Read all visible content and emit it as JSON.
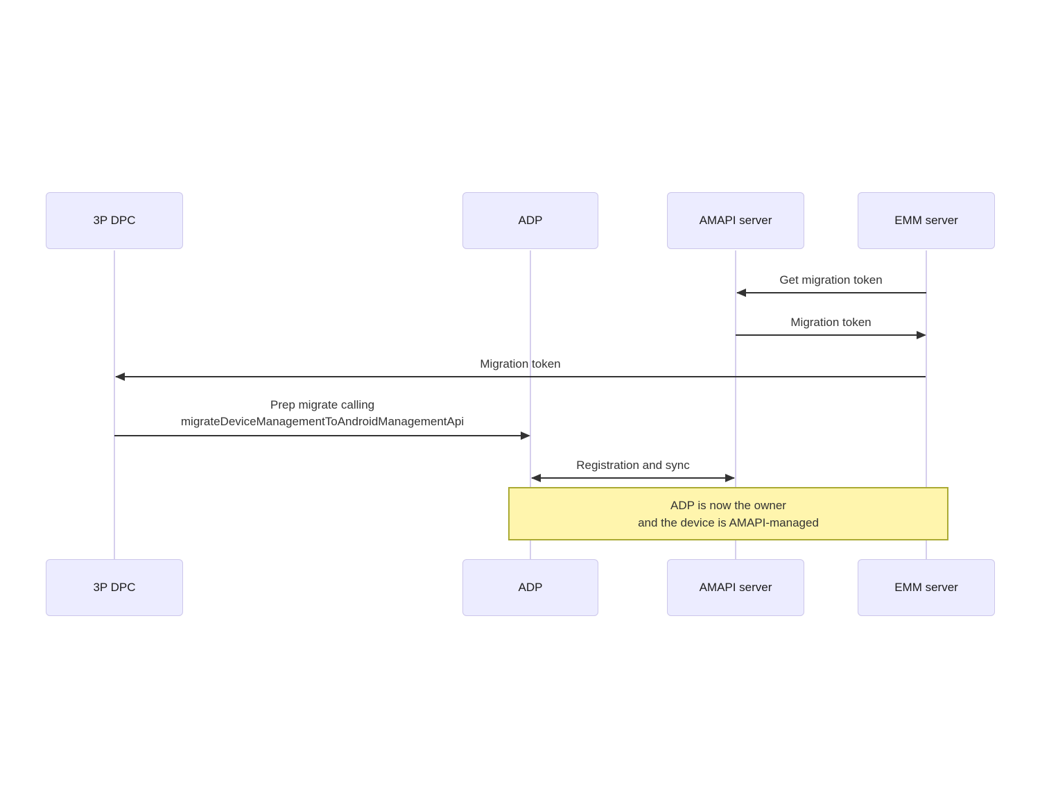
{
  "diagram": {
    "type": "sequence-diagram",
    "actors": [
      {
        "id": "3p-dpc",
        "label": "3P DPC"
      },
      {
        "id": "adp",
        "label": "ADP"
      },
      {
        "id": "amapi-server",
        "label": "AMAPI server"
      },
      {
        "id": "emm-server",
        "label": "EMM server"
      }
    ],
    "messages": [
      {
        "from": "EMM server",
        "to": "AMAPI server",
        "direction": "left",
        "label": "Get migration token"
      },
      {
        "from": "AMAPI server",
        "to": "EMM server",
        "direction": "right",
        "label": "Migration token"
      },
      {
        "from": "EMM server",
        "to": "3P DPC",
        "direction": "left",
        "label": "Migration token"
      },
      {
        "from": "3P DPC",
        "to": "ADP",
        "direction": "right",
        "label_lines": [
          "Prep migrate calling",
          "migrateDeviceManagementToAndroidManagementApi"
        ]
      },
      {
        "from": "ADP",
        "to": "AMAPI server",
        "direction": "both",
        "label": "Registration and sync"
      }
    ],
    "note": {
      "over": "ADP, AMAPI server, EMM server",
      "lines": [
        "ADP is now the owner",
        "and the device is AMAPI-managed"
      ]
    },
    "colors": {
      "actor_fill": "#ECECFF",
      "actor_border": "#CCC6EA",
      "lifeline": "#D5CEED",
      "arrow": "#333333",
      "msg_text": "#333333",
      "note_fill": "#FFF5AD",
      "note_border": "#AAAA33",
      "actor_text": "#1a1a1a"
    }
  }
}
